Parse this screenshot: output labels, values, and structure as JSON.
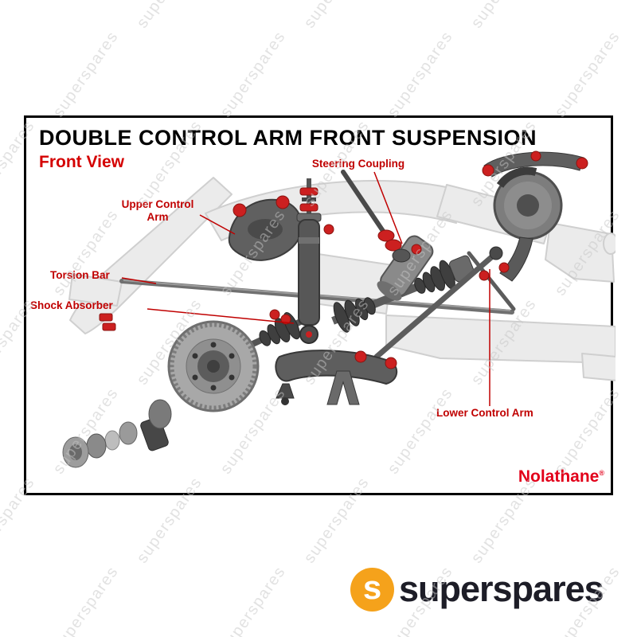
{
  "watermark": {
    "text": "superspares"
  },
  "panel": {
    "title": "DOUBLE CONTROL ARM FRONT SUSPENSION",
    "subtitle": "Front View",
    "labels": {
      "steering_coupling": "Steering Coupling",
      "upper_control_arm": "Upper Control Arm",
      "torsion_bar": "Torsion Bar",
      "shock_absorber": "Shock Absorber",
      "lower_control_arm": "Lower Control Arm"
    },
    "brand": "Nolathane",
    "brand_reg": "®"
  },
  "footer": {
    "logo_letter": "s",
    "brand": "superspares"
  },
  "colors": {
    "label_red": "#c00000",
    "front_view_red": "#d40000",
    "nolathane_red": "#e2001a",
    "bushing_red": "#cc2020",
    "logo_orange": "#f5a21b",
    "brand_dark": "#1d1d27",
    "watermark_gray": "#c6c6c6",
    "chassis_gray": "#ebebeb",
    "part_dark_gray": "#5a5a5a"
  }
}
